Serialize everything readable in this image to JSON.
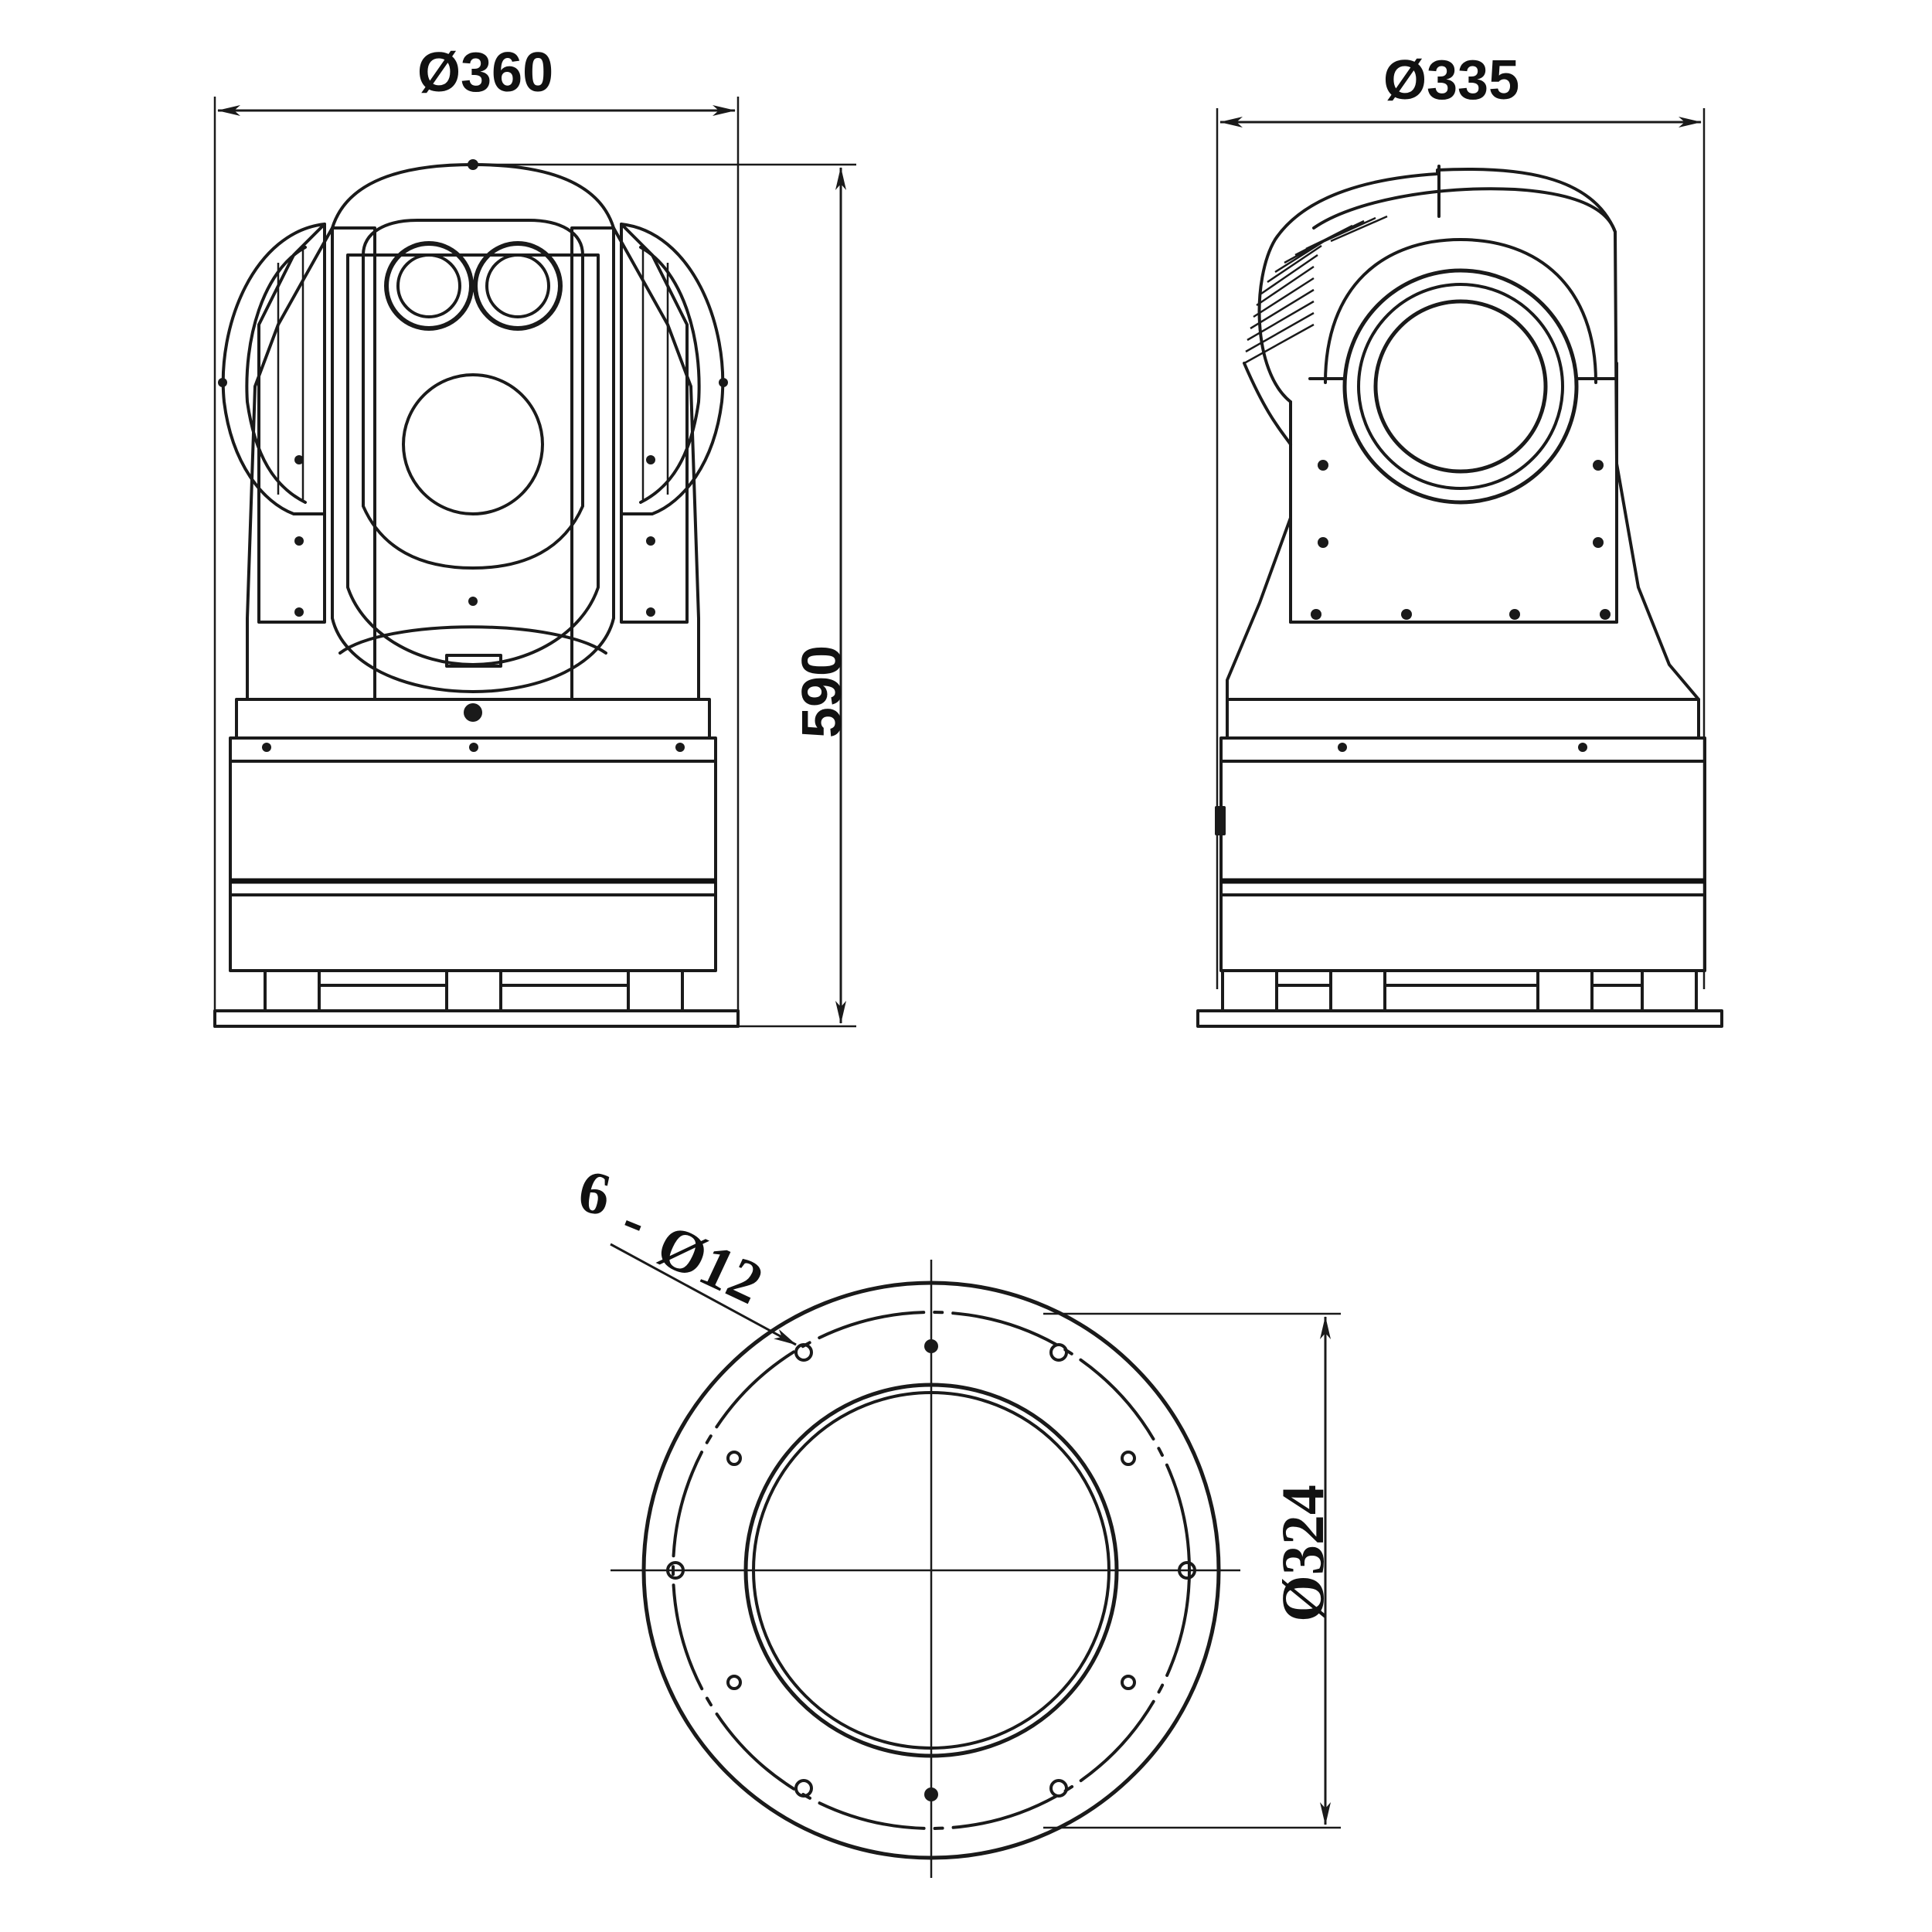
{
  "dimensions": {
    "front_width": "Ø360",
    "side_width": "Ø335",
    "height": "590",
    "bolt_hole_count": "6",
    "bolt_hole_dash": "-",
    "bolt_hole_diameter": "Ø12",
    "bolt_circle_diameter": "Ø324"
  },
  "colors": {
    "line": "#1a1a1a",
    "background": "#ffffff"
  }
}
